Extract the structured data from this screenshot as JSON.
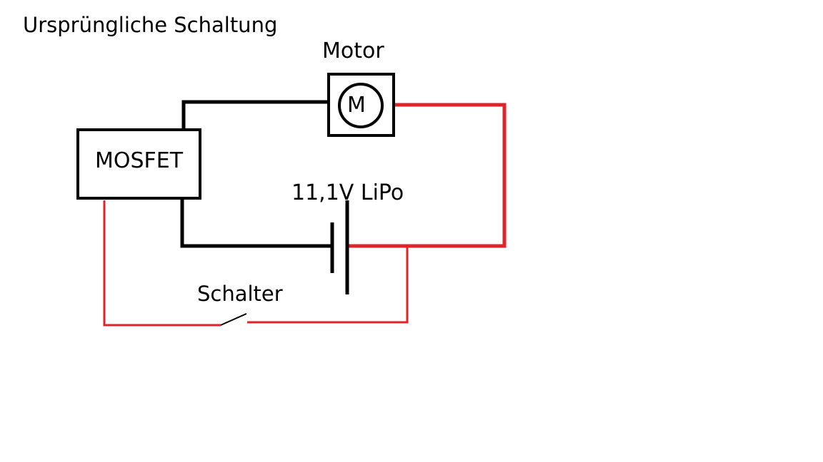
{
  "title": "Ursprüngliche Schaltung",
  "components": {
    "motor": {
      "label": "Motor",
      "symbol": "M"
    },
    "mosfet": {
      "label": "MOSFET"
    },
    "battery": {
      "label": "11,1V LiPo"
    },
    "switch": {
      "label": "Schalter"
    }
  },
  "colors": {
    "wire_positive": "#e0242a",
    "wire_ground": "#000000",
    "outline": "#000000",
    "background": "#ffffff"
  }
}
